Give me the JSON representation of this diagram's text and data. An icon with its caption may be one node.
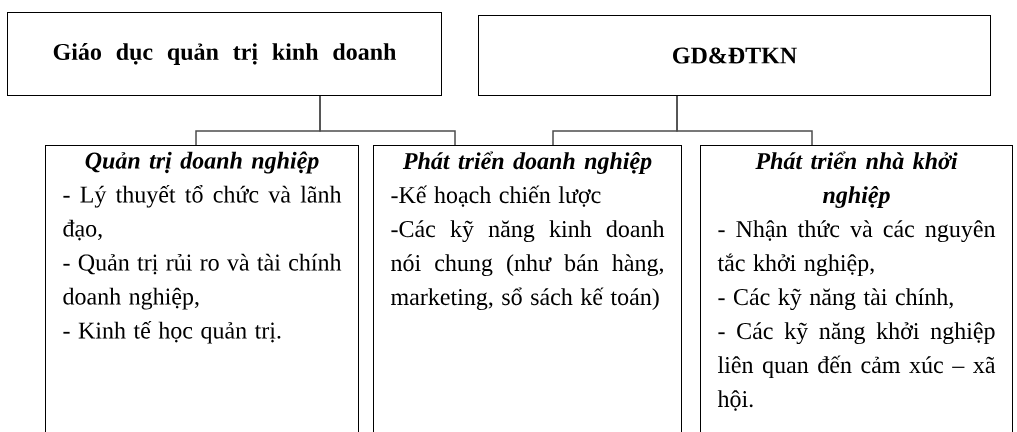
{
  "diagram": {
    "nodes": [
      {
        "text": [
          "Giáo dục quản trị kinh doanh"
        ]
      },
      {
        "text": [
          "GD&ĐTKN"
        ]
      },
      {
        "text": [
          "Quản trị doanh nghiệp",
          "- Lý thuyết tổ chức và lãnh đạo,",
          "- Quản trị rủi ro và tài chính doanh nghiệp,",
          "- Kinh tế học quản trị."
        ]
      },
      {
        "text": [
          "Phát triển doanh nghiệp",
          "-Kế hoạch chiến lược",
          "-Các kỹ năng kinh doanh nói chung (như bán hàng, marketing, sổ sách kế toán)"
        ]
      },
      {
        "text": [
          "Phát triển nhà khởi nghiệp",
          "- Nhận thức và các nguyên tắc khởi nghiệp,",
          "- Các kỹ năng tài chính,",
          "- Các kỹ năng khởi nghiệp liên quan đến cảm xúc – xã hội."
        ]
      }
    ],
    "edges": [
      {
        "from": 0,
        "to": 2,
        "arrow": "none"
      },
      {
        "from": 0,
        "to": 3,
        "arrow": "none"
      },
      {
        "from": 1,
        "to": 3,
        "arrow": "none"
      },
      {
        "from": 1,
        "to": 4,
        "arrow": "none"
      }
    ]
  }
}
